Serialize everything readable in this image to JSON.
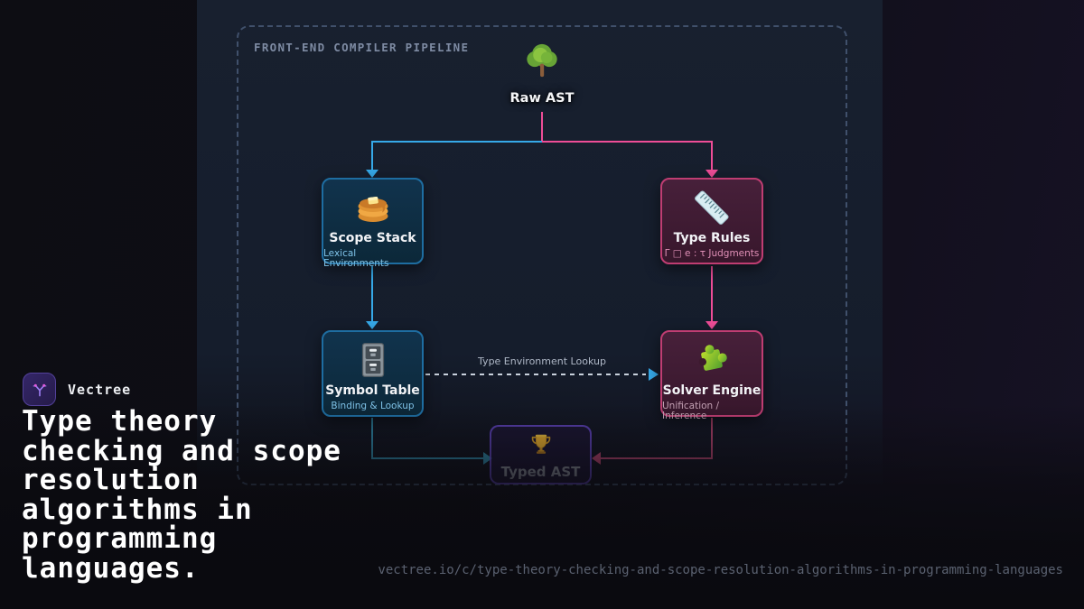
{
  "brand": {
    "name": "Vectree",
    "logo_icon": "vectree-branch-icon"
  },
  "headline": "Type theory\nchecking and scope\nresolution\nalgorithms in\nprogramming\nlanguages.",
  "footer": {
    "url": "vectree.io/c/type-theory-checking-and-scope-resolution-algorithms-in-programming-languages"
  },
  "diagram": {
    "title": "FRONT-END COMPILER PIPELINE",
    "raw_ast": {
      "label": "Raw AST",
      "icon": "tree-icon"
    },
    "scope_stack": {
      "title": "Scope Stack",
      "subtitle": "Lexical Environments",
      "icon": "pancakes-icon"
    },
    "type_rules": {
      "title": "Type Rules",
      "subtitle": "Γ □ e : τ Judgments",
      "icon": "ruler-icon"
    },
    "symbol_table": {
      "title": "Symbol Table",
      "subtitle": "Binding & Lookup",
      "icon": "file-cabinet-icon"
    },
    "solver_engine": {
      "title": "Solver Engine",
      "subtitle": "Unification / Inference",
      "icon": "puzzle-icon"
    },
    "typed_ast": {
      "label": "Typed AST",
      "icon": "trophy-icon"
    },
    "edge_label": "Type Environment Lookup",
    "colors": {
      "cyan_arrow": "#36a9e8",
      "pink_arrow": "#ee4d97",
      "teal_dim_arrow": "#2c7d9a",
      "maroon_dim_arrow": "#a63f66",
      "dashed_connector": "#c9d1dc",
      "blue_node_border": "#1e6da1",
      "pink_node_border": "#bf3d72",
      "purple_node_border": "#6e4dd8",
      "panel_bg": "#18202f",
      "dashed_frame": "#40506b"
    }
  }
}
